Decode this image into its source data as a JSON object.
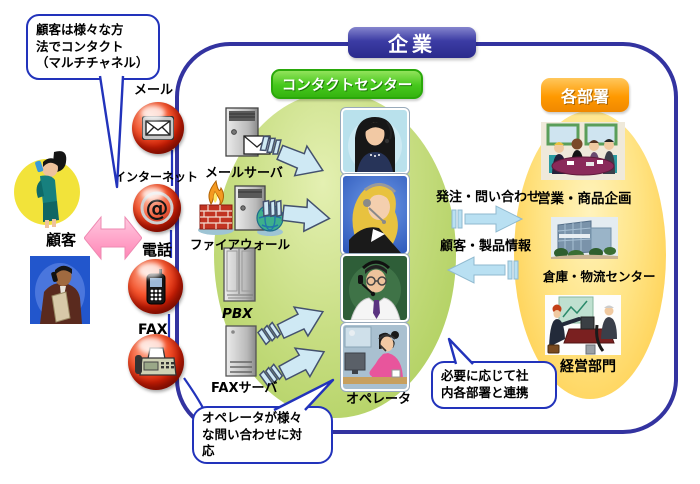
{
  "title_badge": "企業",
  "contact_center_badge": "コンタクトセンター",
  "departments_badge": "各部署",
  "customer": {
    "label": "顧客"
  },
  "callouts": {
    "multichannel": {
      "lines": [
        "顧客は様々な方",
        "法でコンタクト",
        "（マルチチャネル）"
      ]
    },
    "operator": {
      "lines": [
        "オペレータが様々",
        "な問い合わせに対",
        "応"
      ]
    },
    "cooperate": {
      "lines": [
        "必要に応じて社",
        "内各部署と連携"
      ]
    }
  },
  "channels": [
    {
      "label": "メール",
      "icon": "mail-icon"
    },
    {
      "label": "インターネット",
      "icon": "at-icon"
    },
    {
      "label": "電話",
      "icon": "mobile-phone-icon"
    },
    {
      "label": "FAX",
      "icon": "fax-icon"
    }
  ],
  "servers": [
    {
      "label": "メールサーバ"
    },
    {
      "label": "ファイアウォール"
    },
    {
      "label": "PBX"
    },
    {
      "label": "FAXサーバ"
    }
  ],
  "operators": {
    "label": "オペレータ"
  },
  "flows": {
    "to_departments": "発注・問い合わせ",
    "to_center": "顧客・製品情報"
  },
  "departments": [
    {
      "label": "営業・商品企画"
    },
    {
      "label": "倉庫・物流センター"
    },
    {
      "label": "経営部門"
    }
  ],
  "icons": {
    "at_glyph": "@"
  },
  "colors": {
    "enterprise_border": "#3333a0",
    "center_green": "#46c81c",
    "departments_orange": "#ff9900",
    "ellipse_green": "#b8d56b",
    "ellipse_yellow": "#ffd966",
    "orb_red": "#d02005",
    "arrow_blue": "#cfe9f4",
    "pink_arrow": "#ff9ec8",
    "callout_border": "#2233bb"
  }
}
